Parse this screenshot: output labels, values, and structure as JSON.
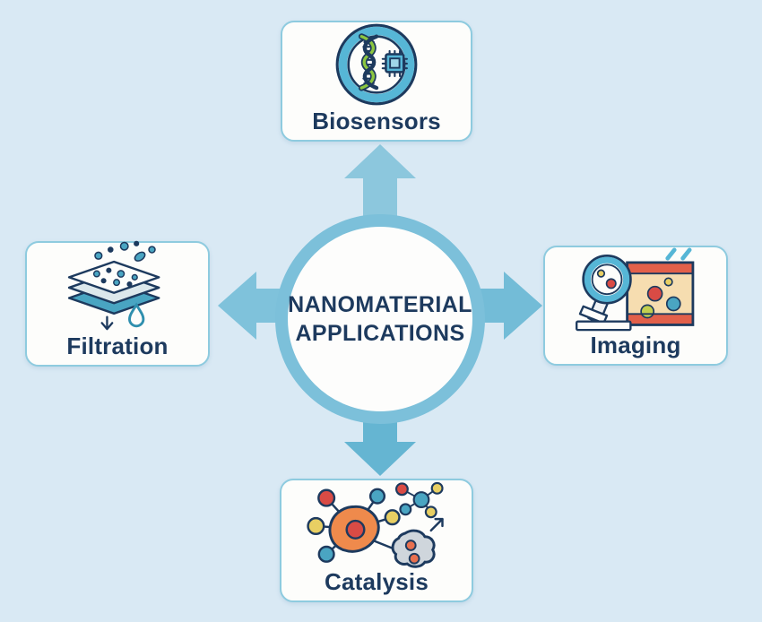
{
  "diagram": {
    "center": {
      "line1": "NANOMATERIAL",
      "line2": "APPLICATIONS"
    },
    "nodes": [
      {
        "id": "biosensors",
        "label": "Biosensors",
        "position": "top",
        "icon": "dna-chip-icon"
      },
      {
        "id": "imaging",
        "label": "Imaging",
        "position": "right",
        "icon": "microscope-image-icon"
      },
      {
        "id": "catalysis",
        "label": "Catalysis",
        "position": "bottom",
        "icon": "molecule-catalyst-icon"
      },
      {
        "id": "filtration",
        "label": "Filtration",
        "position": "left",
        "icon": "filter-layers-icon"
      }
    ],
    "colors": {
      "background": "#d9e9f4",
      "hub_ring": "#7cc0da",
      "hub_fill": "#fdfdfc",
      "text": "#1d3a5e",
      "node_fill": "#fdfdfb",
      "node_border": "#8ecbdf",
      "arrow_top": "#8cc7dd",
      "arrow_right": "#73bcd7",
      "arrow_bottom": "#65b5d2",
      "arrow_left": "#7fc2db",
      "icon_blue": "#56b6d6",
      "icon_green": "#8cc63f",
      "icon_orange": "#ef8a4c",
      "icon_red": "#d94b45",
      "icon_yellow": "#e8cf63",
      "icon_teal": "#4aa5c2",
      "icon_gray": "#cfd6dc",
      "icon_navy": "#1d3a5e",
      "panel_red": "#e2604a",
      "panel_cream": "#f6ddb0"
    }
  }
}
